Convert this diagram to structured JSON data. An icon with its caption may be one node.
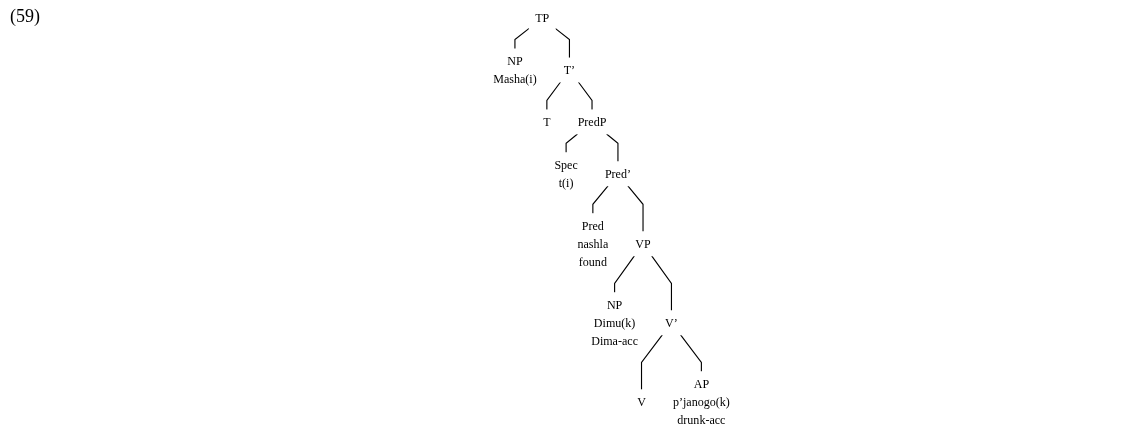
{
  "diagram": {
    "nodes": [
      {
        "text": [
          "TP"
        ]
      },
      {
        "text": [
          "NP",
          "Masha(i)"
        ]
      },
      {
        "text": [
          "T’"
        ]
      },
      {
        "text": [
          "T"
        ]
      },
      {
        "text": [
          "PredP"
        ]
      },
      {
        "text": [
          "Spec",
          "t(i)"
        ]
      },
      {
        "text": [
          "Pred’"
        ]
      },
      {
        "text": [
          "Pred",
          "nashla",
          "found"
        ]
      },
      {
        "text": [
          "VP"
        ]
      },
      {
        "text": [
          "NP",
          "Dimu(k)",
          "Dima-acc"
        ]
      },
      {
        "text": [
          "V’"
        ]
      },
      {
        "text": [
          "V"
        ]
      },
      {
        "text": [
          "AP",
          "p’janogo(k)",
          "drunk-acc"
        ]
      }
    ],
    "edges": [
      {
        "from": 0,
        "to": 1,
        "arrow": "none"
      },
      {
        "from": 0,
        "to": 2,
        "arrow": "none"
      },
      {
        "from": 2,
        "to": 3,
        "arrow": "none"
      },
      {
        "from": 2,
        "to": 4,
        "arrow": "none"
      },
      {
        "from": 4,
        "to": 5,
        "arrow": "none"
      },
      {
        "from": 4,
        "to": 6,
        "arrow": "none"
      },
      {
        "from": 6,
        "to": 7,
        "arrow": "none"
      },
      {
        "from": 6,
        "to": 8,
        "arrow": "none"
      },
      {
        "from": 8,
        "to": 9,
        "arrow": "none"
      },
      {
        "from": 8,
        "to": 10,
        "arrow": "none"
      },
      {
        "from": 10,
        "to": 11,
        "arrow": "none"
      },
      {
        "from": 10,
        "to": 12,
        "arrow": "none"
      }
    ],
    "labels": [
      "(59)"
    ]
  }
}
